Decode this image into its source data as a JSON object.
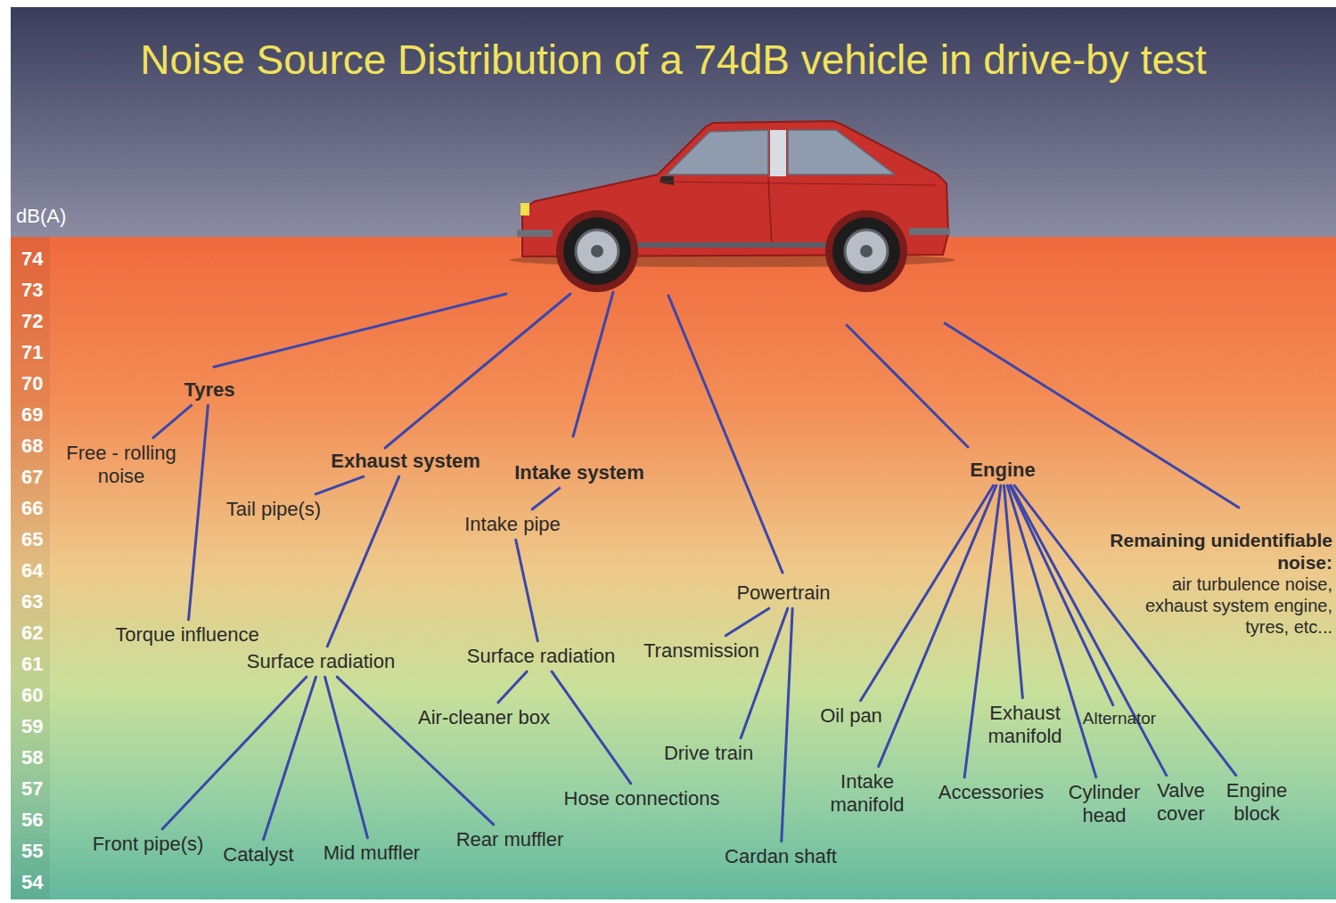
{
  "diagram": {
    "title": "Noise Source Distribution of a 74dB vehicle in drive-by test",
    "nodes": [
      {
        "text": [
          "Tyres"
        ]
      },
      {
        "text": [
          "Free - rolling noise"
        ]
      },
      {
        "text": [
          "Torque influence"
        ]
      },
      {
        "text": [
          "Exhaust system"
        ]
      },
      {
        "text": [
          "Tail pipe(s)"
        ]
      },
      {
        "text": [
          "Surface radiation"
        ]
      },
      {
        "text": [
          "Front pipe(s)"
        ]
      },
      {
        "text": [
          "Catalyst"
        ]
      },
      {
        "text": [
          "Mid muffler"
        ]
      },
      {
        "text": [
          "Rear muffler"
        ]
      },
      {
        "text": [
          "Intake system"
        ]
      },
      {
        "text": [
          "Intake pipe"
        ]
      },
      {
        "text": [
          "Surface radiation"
        ]
      },
      {
        "text": [
          "Air-cleaner box"
        ]
      },
      {
        "text": [
          "Hose connections"
        ]
      },
      {
        "text": [
          "Powertrain"
        ]
      },
      {
        "text": [
          "Transmission"
        ]
      },
      {
        "text": [
          "Drive train"
        ]
      },
      {
        "text": [
          "Cardan shaft"
        ]
      },
      {
        "text": [
          "Engine"
        ]
      },
      {
        "text": [
          "Oil pan"
        ]
      },
      {
        "text": [
          "Intake manifold"
        ]
      },
      {
        "text": [
          "Accessories"
        ]
      },
      {
        "text": [
          "Exhaust manifold"
        ]
      },
      {
        "text": [
          "Alternator"
        ]
      },
      {
        "text": [
          "Cylinder head"
        ]
      },
      {
        "text": [
          "Valve cover"
        ]
      },
      {
        "text": [
          "Engine block"
        ]
      },
      {
        "text": [
          "Remaining unidentifiable noise:",
          "air turbulence noise, exhaust system engine, tyres, etc..."
        ]
      }
    ],
    "edges": [
      {
        "from": 0,
        "to": 1,
        "arrow": "none"
      },
      {
        "from": 0,
        "to": 2,
        "arrow": "none"
      },
      {
        "from": 3,
        "to": 4,
        "arrow": "none"
      },
      {
        "from": 3,
        "to": 5,
        "arrow": "none"
      },
      {
        "from": 5,
        "to": 6,
        "arrow": "none"
      },
      {
        "from": 5,
        "to": 7,
        "arrow": "none"
      },
      {
        "from": 5,
        "to": 8,
        "arrow": "none"
      },
      {
        "from": 5,
        "to": 9,
        "arrow": "none"
      },
      {
        "from": 10,
        "to": 11,
        "arrow": "none"
      },
      {
        "from": 11,
        "to": 12,
        "arrow": "none"
      },
      {
        "from": 12,
        "to": 13,
        "arrow": "none"
      },
      {
        "from": 12,
        "to": 14,
        "arrow": "none"
      },
      {
        "from": 15,
        "to": 16,
        "arrow": "none"
      },
      {
        "from": 15,
        "to": 17,
        "arrow": "none"
      },
      {
        "from": 15,
        "to": 18,
        "arrow": "none"
      },
      {
        "from": 19,
        "to": 20,
        "arrow": "none"
      },
      {
        "from": 19,
        "to": 21,
        "arrow": "none"
      },
      {
        "from": 19,
        "to": 22,
        "arrow": "none"
      },
      {
        "from": 19,
        "to": 23,
        "arrow": "none"
      },
      {
        "from": 19,
        "to": 24,
        "arrow": "none"
      },
      {
        "from": 19,
        "to": 25,
        "arrow": "none"
      },
      {
        "from": 19,
        "to": 26,
        "arrow": "none"
      },
      {
        "from": 19,
        "to": 27,
        "arrow": "none"
      }
    ],
    "labels": [
      "dB(A)",
      "74",
      "73",
      "72",
      "71",
      "70",
      "69",
      "68",
      "67",
      "66",
      "65",
      "64",
      "63",
      "62",
      "61",
      "60",
      "59",
      "58",
      "57",
      "56",
      "55",
      "54"
    ]
  }
}
